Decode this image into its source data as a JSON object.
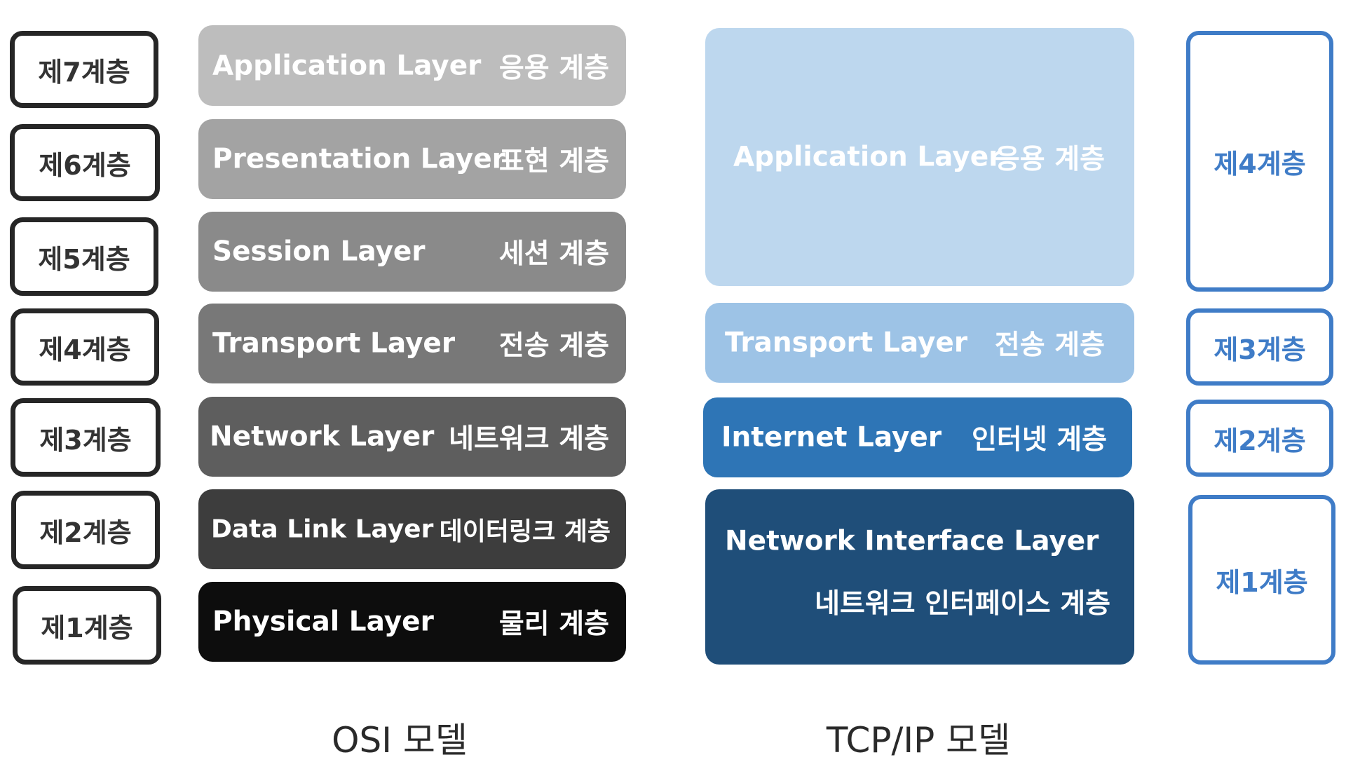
{
  "osi": {
    "caption": "OSI 모델",
    "layers": [
      {
        "num": "제7계층",
        "en": "Application Layer",
        "ko": "응용 계층",
        "color": "#bdbdbd"
      },
      {
        "num": "제6계층",
        "en": "Presentation Layer",
        "ko": "표현 계층",
        "color": "#a3a3a3"
      },
      {
        "num": "제5계층",
        "en": "Session Layer",
        "ko": "세션 계층",
        "color": "#8a8a8a"
      },
      {
        "num": "제4계층",
        "en": "Transport Layer",
        "ko": "전송 계층",
        "color": "#787878"
      },
      {
        "num": "제3계층",
        "en": "Network Layer",
        "ko": "네트워크 계층",
        "color": "#5e5e5e"
      },
      {
        "num": "제2계층",
        "en": "Data Link Layer",
        "ko": "데이터링크 계층",
        "color": "#3d3d3d"
      },
      {
        "num": "제1계층",
        "en": "Physical Layer",
        "ko": "물리 계층",
        "color": "#0d0d0d"
      }
    ]
  },
  "tcpip": {
    "caption": "TCP/IP 모델",
    "layers": [
      {
        "num": "제4계층",
        "en": "Application Layer",
        "ko": "응용 계층",
        "color": "#bdd7ee"
      },
      {
        "num": "제3계층",
        "en": "Transport Layer",
        "ko": "전송 계층",
        "color": "#9dc3e6"
      },
      {
        "num": "제2계층",
        "en": "Internet Layer",
        "ko": "인터넷 계층",
        "color": "#2e75b6"
      },
      {
        "num": "제1계층",
        "en": "Network Interface Layer",
        "ko": "네트워크 인터페이스 계층",
        "color": "#1f4e79"
      }
    ]
  },
  "colors": {
    "osi_number_border": "#262626",
    "tcp_number_border": "#3f7cc7",
    "tcp_number_text": "#3f7cc7"
  }
}
